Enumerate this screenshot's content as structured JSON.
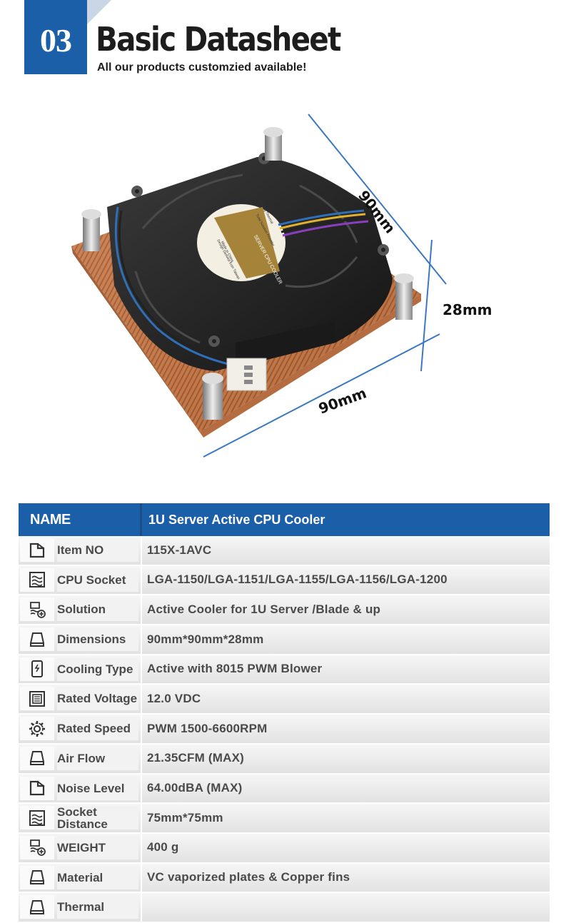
{
  "header": {
    "badge_number": "03",
    "title": "Basic Datasheet",
    "subtitle": "All our products customzied available!"
  },
  "product": {
    "fan_label_lines": [
      "SERVER CPU COOLER",
      "Total Solution Provider",
      "Leading Thermal",
      "Made in China",
      "Design Derived from Taiwan"
    ],
    "dimensions": {
      "depth": "90mm",
      "height": "28mm",
      "width": "90mm"
    }
  },
  "table": {
    "header": {
      "name": "NAME",
      "value": "1U Server Active CPU Cooler"
    },
    "rows": [
      {
        "icon": "tag-icon",
        "label": "Item NO",
        "value": "115X-1AVC"
      },
      {
        "icon": "layers-icon",
        "label": "CPU Socket",
        "value": "LGA-1150/LGA-1151/LGA-1155/LGA-1156/LGA-1200"
      },
      {
        "icon": "stack-plus-icon",
        "label": "Solution",
        "value": "Active Cooler for 1U Server  /Blade & up"
      },
      {
        "icon": "drive-icon",
        "label": "Dimensions",
        "value": "90mm*90mm*28mm"
      },
      {
        "icon": "phone-icon",
        "label": "Cooling Type",
        "value": "Active with 8015 PWM Blower"
      },
      {
        "icon": "chip-icon",
        "label": "Rated Voltage",
        "value": "12.0 VDC"
      },
      {
        "icon": "gear-icon",
        "label": "Rated Speed",
        "value": "PWM 1500-6600RPM"
      },
      {
        "icon": "drive-icon",
        "label": "Air Flow",
        "value": "21.35CFM (MAX)"
      },
      {
        "icon": "tag-icon",
        "label": "Noise Level",
        "value": "64.00dBA (MAX)"
      },
      {
        "icon": "layers-icon",
        "label": "Socket Distance",
        "value": "75mm*75mm"
      },
      {
        "icon": "stack-plus-icon",
        "label": "WEIGHT",
        "value": "400 g"
      },
      {
        "icon": "drive-icon",
        "label": "Material",
        "value": "VC vaporized plates & Copper fins"
      },
      {
        "icon": "drive-icon",
        "label": "Thermal",
        "value": ""
      }
    ]
  },
  "colors": {
    "accent": "#1b5fa8",
    "copper": "#c47a4a",
    "dim_line": "#3a78c2"
  }
}
